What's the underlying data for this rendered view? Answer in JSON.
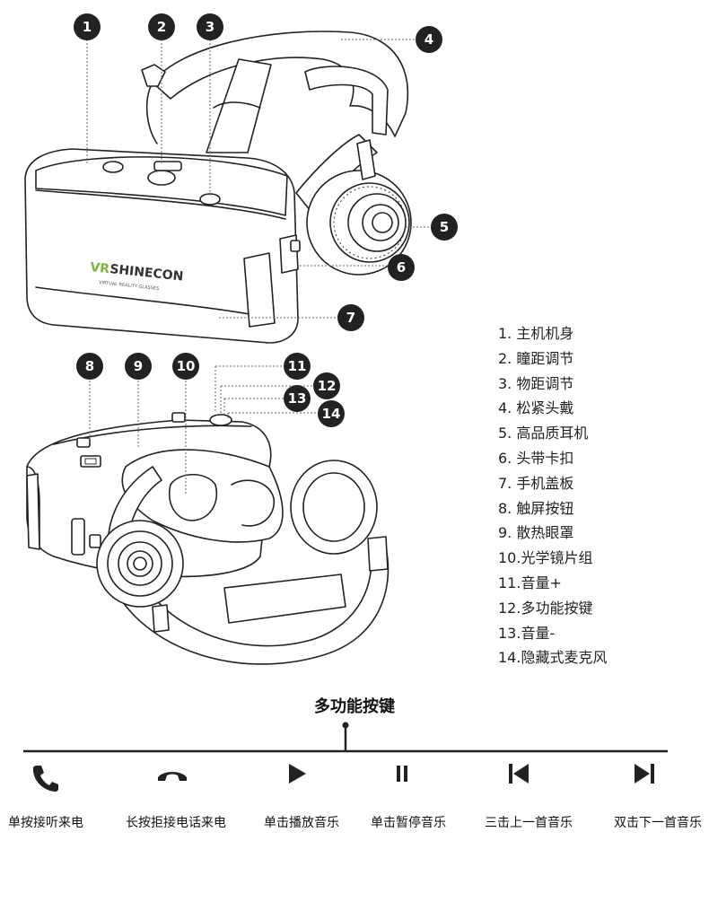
{
  "callouts": [
    "1",
    "2",
    "3",
    "4",
    "5",
    "6",
    "7",
    "8",
    "9",
    "10",
    "11",
    "12",
    "13",
    "14"
  ],
  "brand": {
    "logo": "VR SHINECON",
    "tagline": "VIRTUAL REALITY GLASSES"
  },
  "legend": [
    "1. 主机机身",
    "2. 瞳距调节",
    "3. 物距调节",
    "4. 松紧头戴",
    "5. 高品质耳机",
    "6. 头带卡扣",
    "7. 手机盖板",
    "8. 触屏按钮",
    "9. 散热眼罩",
    "10.光学镜片组",
    "11.音量+",
    "12.多功能按键",
    "13.音量-",
    "14.隐藏式麦克风"
  ],
  "multifunction": {
    "title": "多功能按键",
    "functions": [
      {
        "icon": "phone-answer-icon",
        "label": "单按接听来电"
      },
      {
        "icon": "phone-hangup-icon",
        "label": "长按拒接电话来电"
      },
      {
        "icon": "play-icon",
        "label": "单击播放音乐"
      },
      {
        "icon": "pause-icon",
        "label": "单击暂停音乐"
      },
      {
        "icon": "previous-track-icon",
        "label": "三击上一首音乐"
      },
      {
        "icon": "next-track-icon",
        "label": "双击下一首音乐"
      }
    ]
  },
  "colors": {
    "badge": "#222222",
    "line": "#222222",
    "logo_green": "#7cb342"
  }
}
